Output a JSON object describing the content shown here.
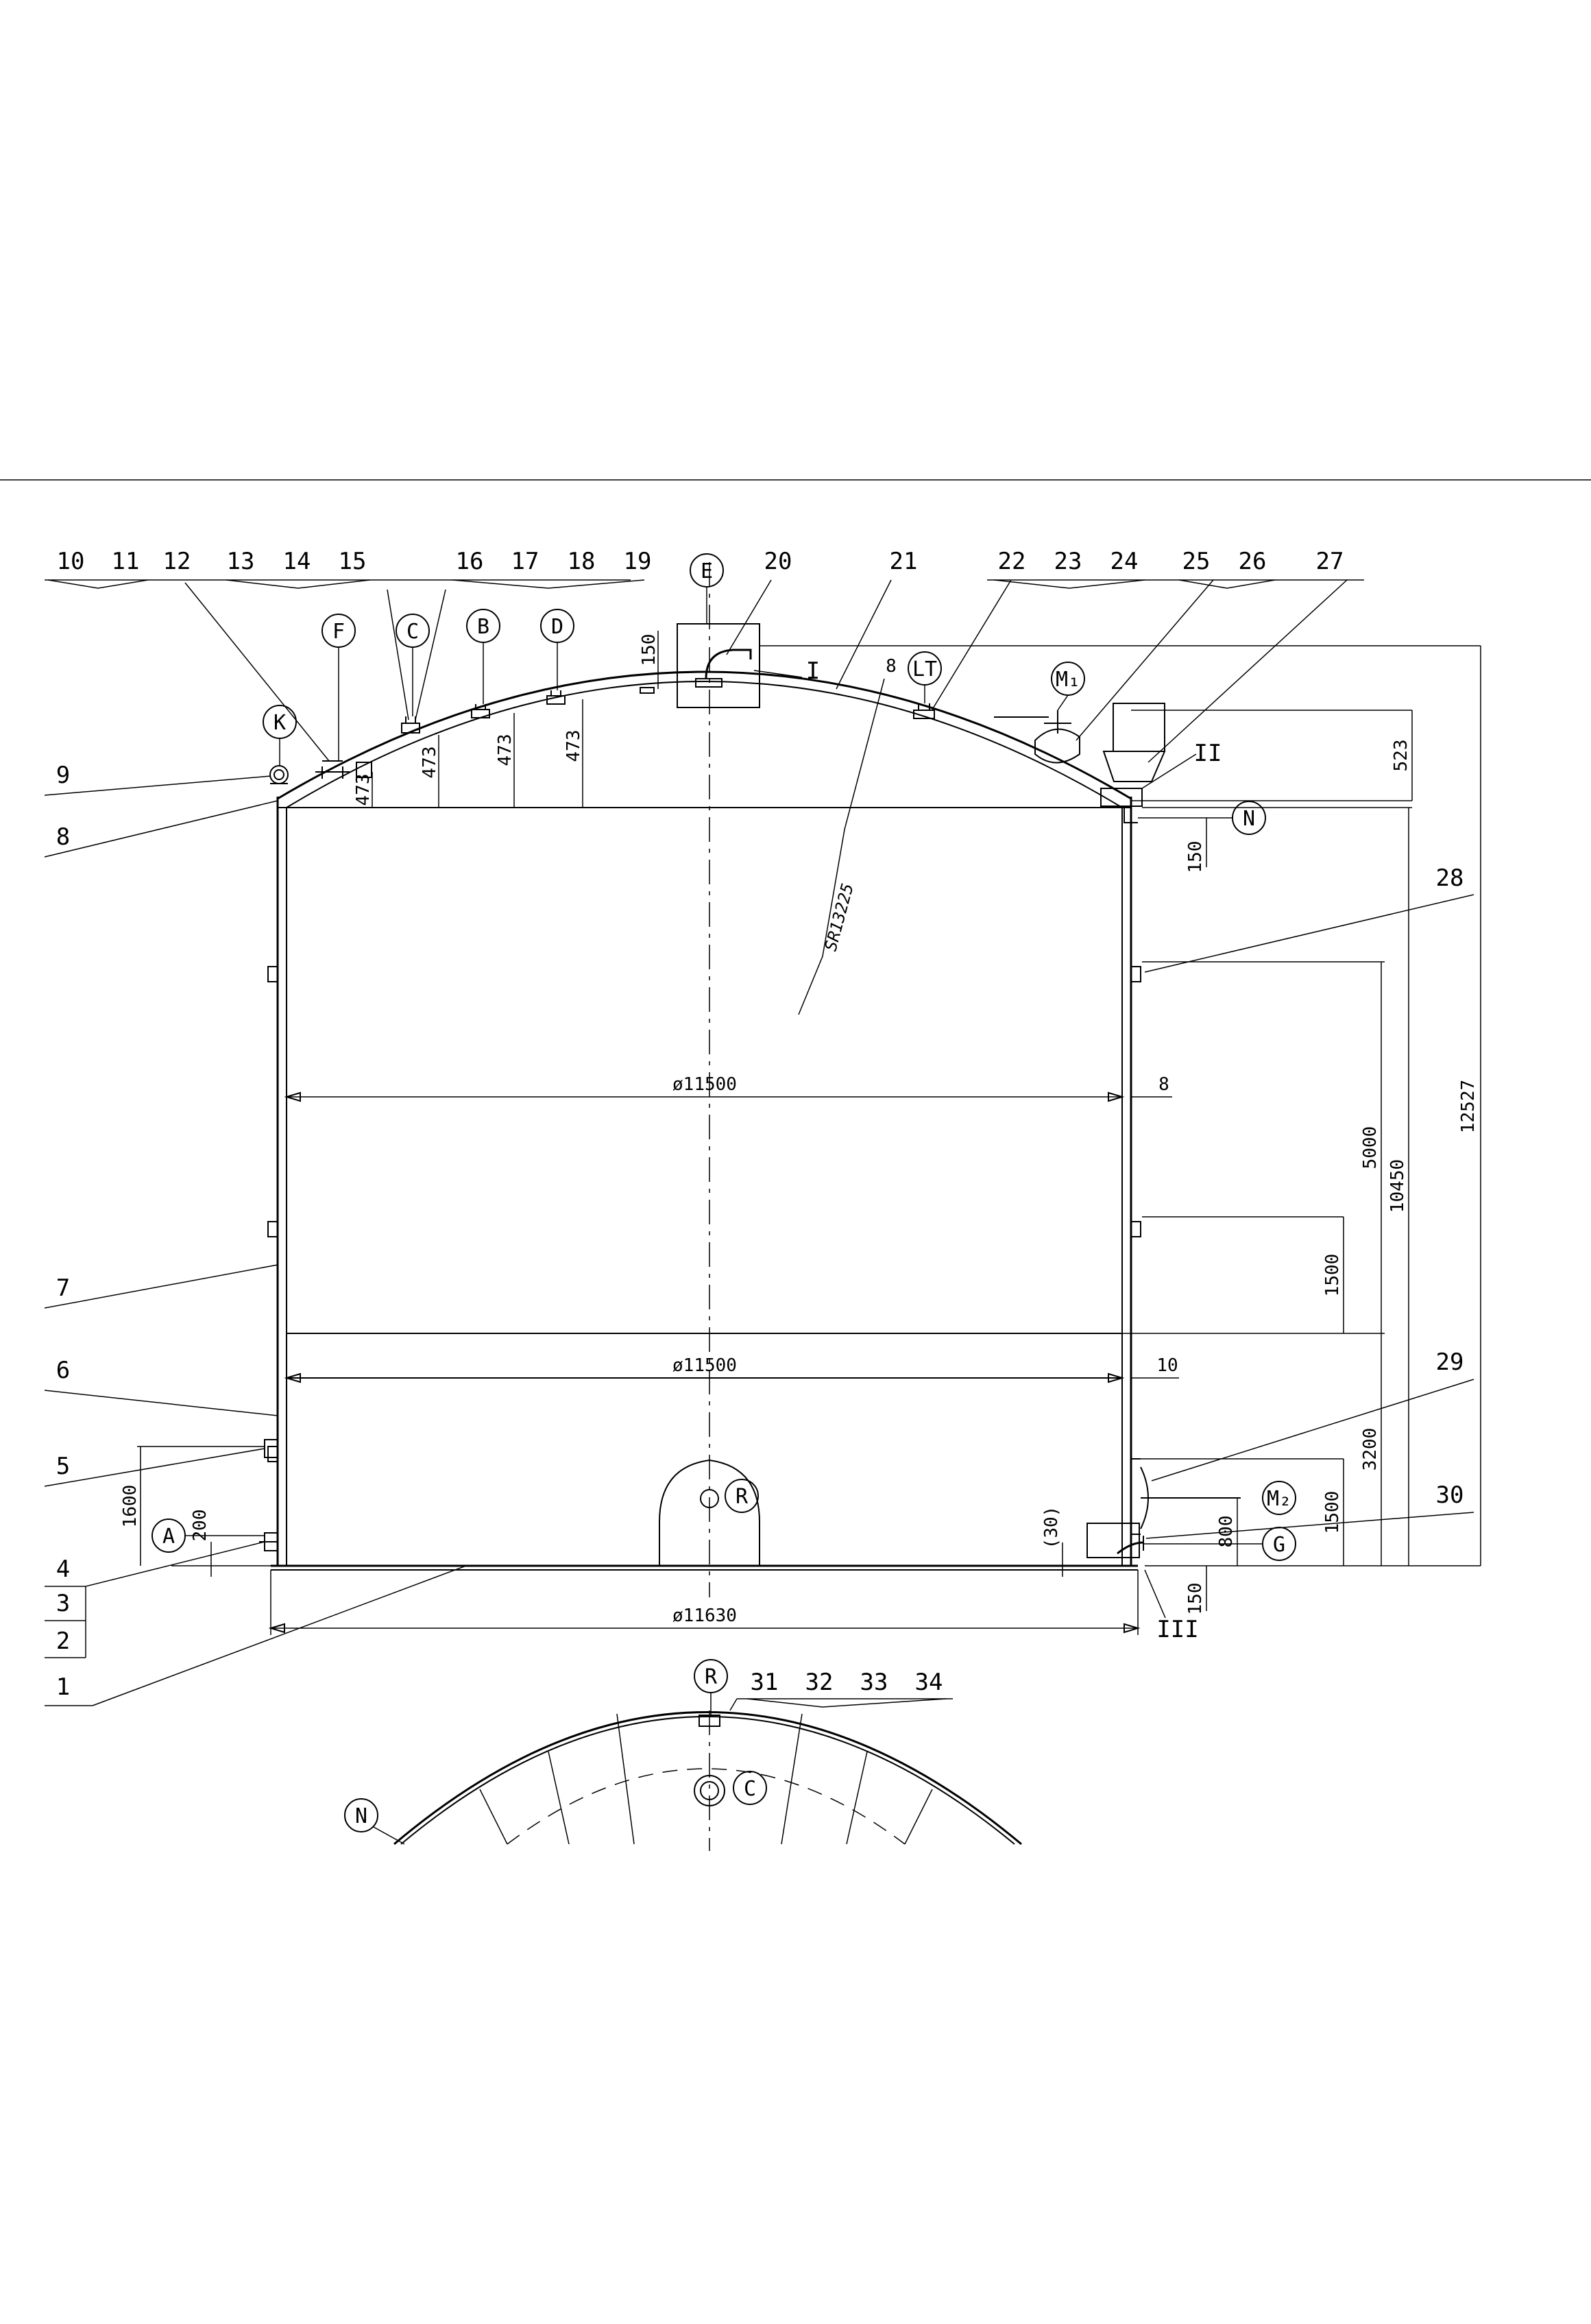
{
  "part_numbers": {
    "top": [
      "10",
      "11",
      "12",
      "13",
      "14",
      "15",
      "16",
      "17",
      "18",
      "19",
      "20",
      "21",
      "22",
      "23",
      "24",
      "25",
      "26",
      "27"
    ],
    "left": [
      "9",
      "8",
      "7",
      "6",
      "5",
      "4",
      "3",
      "2",
      "1"
    ],
    "right": [
      "28",
      "29",
      "30"
    ],
    "plan_view": [
      "31",
      "32",
      "33",
      "34"
    ]
  },
  "nozzles": {
    "F": "F",
    "C": "C",
    "B": "B",
    "D": "D",
    "E": "E",
    "K": "K",
    "LT": "LT",
    "M1": "M₁",
    "N": "N",
    "M2": "M₂",
    "G": "G",
    "A": "A",
    "R": "R"
  },
  "detail_marks": {
    "I": "I",
    "II": "II",
    "III": "III"
  },
  "dimensions": {
    "roof_e": "150",
    "roof_f": "473",
    "roof_c": "473",
    "roof_b": "473",
    "roof_d": "473",
    "roof_rise": "523",
    "overall_height": "12527",
    "shell_height": "10450",
    "upper_course": "5000",
    "mid_level": "1500",
    "lower_course": "3200",
    "m2_level": "1500",
    "g_level": "800",
    "n_drop": "150",
    "iii_drop": "150",
    "inlet_height": "1600",
    "a_height": "200",
    "bottom_offset": "(30)",
    "dia_upper": "ø11500",
    "dia_lower": "ø11500",
    "dia_bottom": "ø11630",
    "thk_upper": "8",
    "thk_lower": "10",
    "roof_thk": "8"
  },
  "roof_note": "SR13225"
}
